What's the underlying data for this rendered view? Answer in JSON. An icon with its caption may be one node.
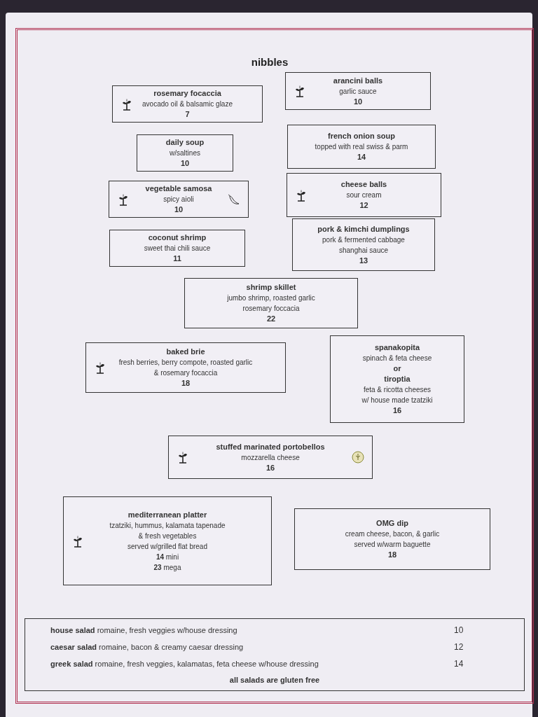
{
  "diagram": {
    "title": "nibbles",
    "nodes": [
      {
        "text": [
          "rosemary focaccia",
          "avocado oil & balsamic glaze",
          "7"
        ]
      },
      {
        "text": [
          "arancini balls",
          "garlic sauce",
          "10"
        ]
      },
      {
        "text": [
          "daily soup",
          "w/saltines",
          "10"
        ]
      },
      {
        "text": [
          "french onion soup",
          "topped with real swiss & parm",
          "14"
        ]
      },
      {
        "text": [
          "vegetable samosa",
          "spicy aioli",
          "10"
        ]
      },
      {
        "text": [
          "cheese balls",
          "sour cream",
          "12"
        ]
      },
      {
        "text": [
          "coconut shrimp",
          "sweet thai chili sauce",
          "11"
        ]
      },
      {
        "text": [
          "pork & kimchi dumplings",
          "pork & fermented cabbage",
          "shanghai sauce",
          "13"
        ]
      },
      {
        "text": [
          "shrimp skillet",
          "jumbo shrimp, roasted garlic",
          "rosemary foccacia",
          "22"
        ]
      },
      {
        "text": [
          "baked brie",
          "fresh berries, berry compote, roasted garlic",
          "& rosemary focaccia",
          "18"
        ]
      },
      {
        "text": [
          "spanakopita",
          "spinach & feta cheese",
          "or",
          "tiroptia",
          "feta & ricotta cheeses",
          "w/ house made tzatziki",
          "16"
        ]
      },
      {
        "text": [
          "stuffed marinated portobellos",
          "mozzarella cheese",
          "16"
        ]
      },
      {
        "text": [
          "mediterranean platter",
          "tzatziki, hummus, kalamata tapenade",
          "& fresh vegetables",
          "served w/grilled flat bread",
          "**14** mini",
          "**23** mega"
        ]
      },
      {
        "text": [
          "OMG dip",
          "cream cheese, bacon, & garlic",
          "served w/warm baguette",
          "18"
        ]
      },
      {
        "text": [
          "**house salad** romaine, fresh veggies w/house dressing",
          "10",
          "**caesar salad** romaine, bacon & creamy caesar dressing",
          "12",
          "**greek salad** romaine, fresh veggies, kalamatas, feta cheese w/house dressing",
          "14",
          "all salads are gluten free"
        ]
      }
    ]
  }
}
